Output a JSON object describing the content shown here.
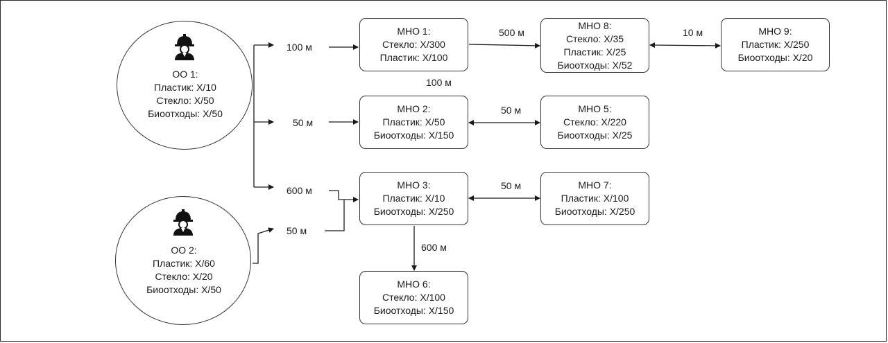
{
  "sources": {
    "oo1": {
      "title": "ОО 1:",
      "lines": [
        "Пластик: X/10",
        "Стекло: X/50",
        "Биоотходы: X/50"
      ],
      "icon": "worker-icon"
    },
    "oo2": {
      "title": "ОО 2:",
      "lines": [
        "Пластик: X/60",
        "Стекло: X/20",
        "Биоотходы: X/50"
      ],
      "icon": "worker-icon"
    }
  },
  "nodes": {
    "mno1": {
      "title": "МНО 1:",
      "lines": [
        "Стекло: X/300",
        "Пластик: X/100"
      ]
    },
    "mno2": {
      "title": "МНО 2:",
      "lines": [
        "Пластик: X/50",
        "Биоотходы: X/150"
      ]
    },
    "mno3": {
      "title": "МНО 3:",
      "lines": [
        "Пластик: X/10",
        "Биоотходы: X/250"
      ]
    },
    "mno5": {
      "title": "МНО 5:",
      "lines": [
        "Стекло: X/220",
        "Биоотходы: X/25"
      ]
    },
    "mno6": {
      "title": "МНО 6:",
      "lines": [
        "Стекло: X/100",
        "Биоотходы: X/150"
      ]
    },
    "mno7": {
      "title": "МНО 7:",
      "lines": [
        "Пластик: X/100",
        "Биоотходы: X/250"
      ]
    },
    "mno8": {
      "title": "МНО 8:",
      "lines": [
        "Стекло: X/35",
        "Пластик: X/25",
        "Биоотходы: X/52"
      ]
    },
    "mno9": {
      "title": "МНО 9:",
      "lines": [
        "Пластик: X/250",
        "Биоотходы: X/20"
      ]
    }
  },
  "distances": {
    "oo1_to_mno1": "100 м",
    "oo1_to_mno2": "50 м",
    "oo1_to_mno3": "600 м",
    "oo2_to_mno3": "50 м",
    "mno1_to_mno8": "500 м",
    "mno1_to_mno2": "100 м",
    "mno8_to_mno9": "10 м",
    "mno2_to_mno5": "50 м",
    "mno3_to_mno7": "50 м",
    "mno3_to_mno6": "600 м"
  },
  "colors": {
    "line": "#1a1a1a",
    "border": "#333333",
    "background": "#ffffff"
  }
}
